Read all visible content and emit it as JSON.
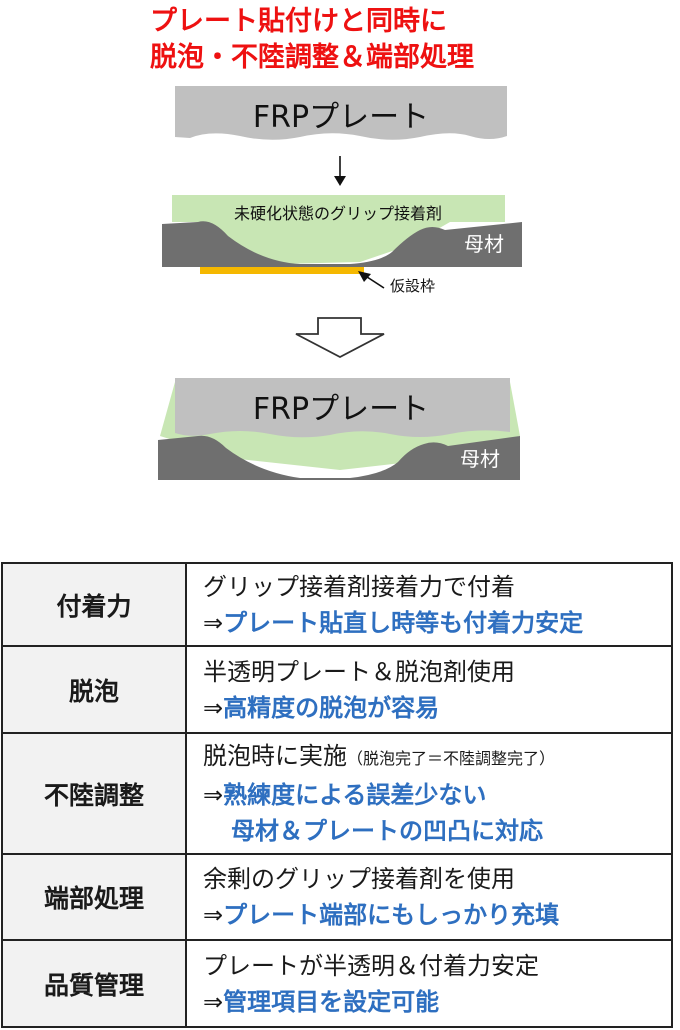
{
  "title": {
    "line1": "プレート貼付けと同時に",
    "line2": "脱泡・不陸調整＆端部処理"
  },
  "diagram": {
    "top": {
      "plate_label": "FRPプレート",
      "adhesive_label": "未硬化状態のグリップ接着剤",
      "base_label": "母材",
      "frame_label": "仮設枠"
    },
    "bottom": {
      "plate_label": "FRPプレート",
      "base_label": "母材"
    },
    "colors": {
      "plate": "#c0c0c0",
      "adhesive": "#c8e6b4",
      "base": "#6f6f6f",
      "frame": "#f5b800",
      "title": "#ee1111",
      "highlight": "#2e6fc0"
    }
  },
  "table": {
    "arrow": "⇒",
    "rows": [
      {
        "header": "付着力",
        "line1": "グリップ接着剤接着力で付着",
        "line2": "プレート貼直し時等も付着力安定"
      },
      {
        "header": "脱泡",
        "line1": "半透明プレート＆脱泡剤使用",
        "line2": "高精度の脱泡が容易"
      },
      {
        "header": "不陸調整",
        "line1": "脱泡時に実施",
        "note": "（脱泡完了＝不陸調整完了）",
        "line2": "熟練度による誤差少ない",
        "line3": "母材＆プレートの凹凸に対応"
      },
      {
        "header": "端部処理",
        "line1": "余剰のグリップ接着剤を使用",
        "line2": "プレート端部にもしっかり充填"
      },
      {
        "header": "品質管理",
        "line1": "プレートが半透明＆付着力安定",
        "line2": "管理項目を設定可能"
      }
    ]
  }
}
